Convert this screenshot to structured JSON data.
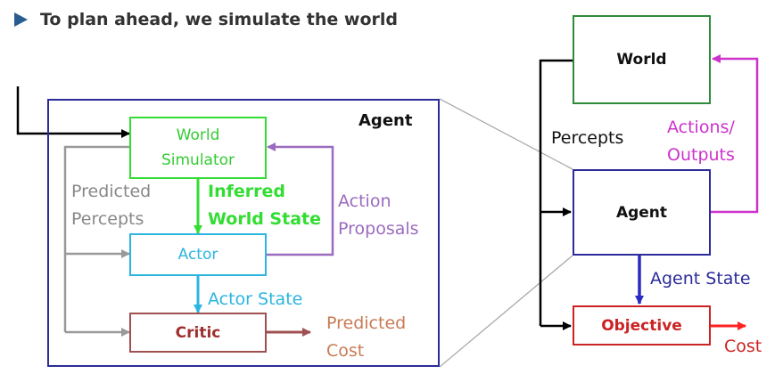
{
  "heading": "To plan ahead, we simulate the world",
  "agent_detail": {
    "title": "Agent",
    "world_simulator": [
      "World",
      "Simulator"
    ],
    "actor": "Actor",
    "critic": "Critic",
    "predicted_percepts": [
      "Predicted",
      "Percepts"
    ],
    "inferred_world_state": [
      "Inferred",
      "World State"
    ],
    "action_proposals": [
      "Action",
      "Proposals"
    ],
    "actor_state": "Actor State",
    "predicted_cost": [
      "Predicted",
      "Cost"
    ]
  },
  "overview": {
    "world": "World",
    "agent": "Agent",
    "objective": "Objective",
    "percepts": "Percepts",
    "actions_outputs": [
      "Actions/",
      "Outputs"
    ],
    "agent_state": "Agent State",
    "cost": "Cost"
  },
  "colors": {
    "agent_border": "#2b2b9a",
    "world_simulator": "#33dd33",
    "actor": "#2bb5e0",
    "critic": "#a05050",
    "predicted": "#888888",
    "action_proposals": "#9b6bbf",
    "predicted_cost": "#c87a55",
    "world": "#2e8b3a",
    "actions_outputs": "#cc33cc",
    "objective": "#cc2222",
    "arrow_red": "#ff2222"
  },
  "icons": {
    "heading_bullet": "triangle-right-icon"
  }
}
